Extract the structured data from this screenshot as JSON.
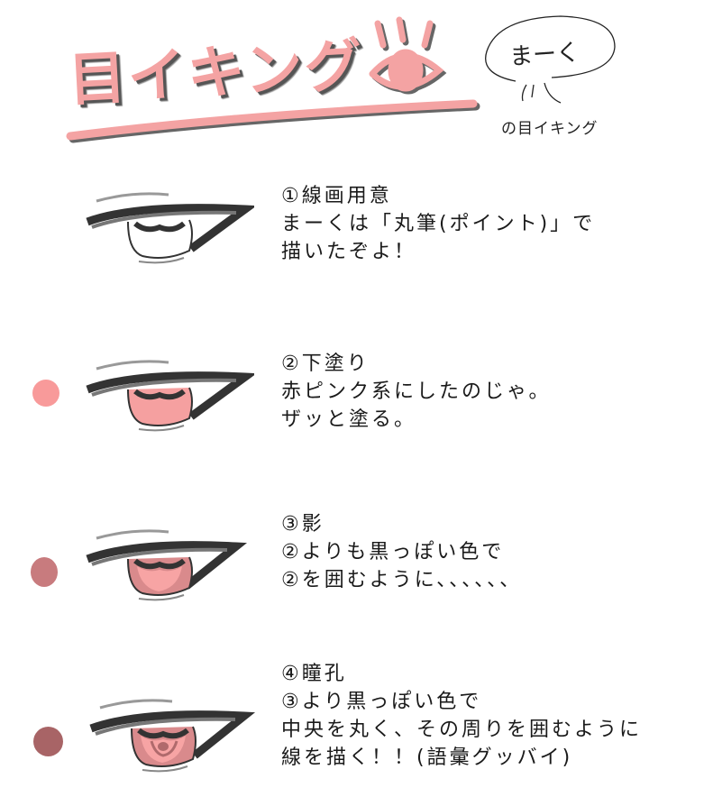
{
  "header": {
    "title": "目イキング",
    "underline_color": "#f4a3a3",
    "title_color": "#f4a3a3",
    "author_bubble": {
      "name": "まーく",
      "subtitle": "の目イキング"
    }
  },
  "steps": [
    {
      "lines": [
        "①線画用意",
        "まーくは「丸筆(ポイント)」で",
        "描いたぞよ！"
      ],
      "swatch_color": null,
      "iris_color": "#ffffff"
    },
    {
      "lines": [
        "②下塗り",
        "赤ピンク系にしたのじゃ。",
        "ザッと塗る。"
      ],
      "swatch_color": "#f89a9a",
      "iris_color": "#f5a0a0"
    },
    {
      "lines": [
        "③影",
        "②よりも黒っぽい色で",
        "②を囲むように、、、、、、"
      ],
      "swatch_color": "#c87b7e",
      "iris_color": "#f5a0a0"
    },
    {
      "lines": [
        "④瞳孔",
        "③より黒っぽい色で",
        "中央を丸く、その周りを囲むように",
        "線を描く！！(語彙グッバイ)"
      ],
      "swatch_color": "#a86466",
      "iris_color": "#f5a0a0"
    }
  ]
}
